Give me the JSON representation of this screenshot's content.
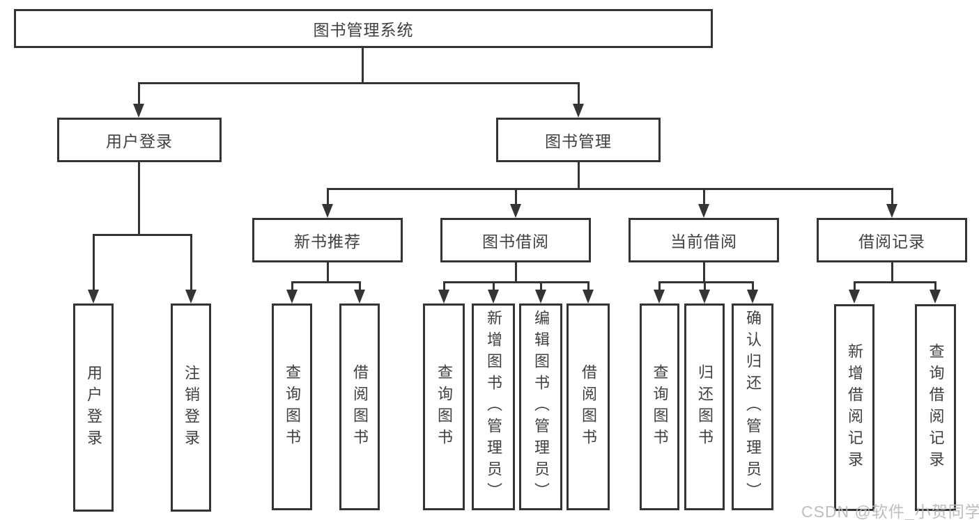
{
  "tree": {
    "root": "图书管理系统",
    "branches": [
      {
        "label": "用户登录",
        "children": [
          "用户登录",
          "注销登录"
        ]
      },
      {
        "label": "图书管理",
        "children": [
          {
            "label": "新书推荐",
            "children": [
              "查询图书",
              "借阅图书"
            ]
          },
          {
            "label": "图书借阅",
            "children": [
              "查询图书",
              "新增图书（管理员）",
              "编辑图书（管理员）",
              "借阅图书"
            ]
          },
          {
            "label": "当前借阅",
            "children": [
              "查询图书",
              "归还图书",
              "确认归还（管理员）"
            ]
          },
          {
            "label": "借阅记录",
            "children": [
              "新增借阅记录",
              "查询借阅记录"
            ]
          }
        ]
      }
    ]
  },
  "watermark": "CSDN @软件_小贺同学",
  "colors": {
    "line": "#343434",
    "box_border": "#343434",
    "box_fill": "#ffffff",
    "text": "#404040",
    "watermark": "#b9b9b9"
  }
}
